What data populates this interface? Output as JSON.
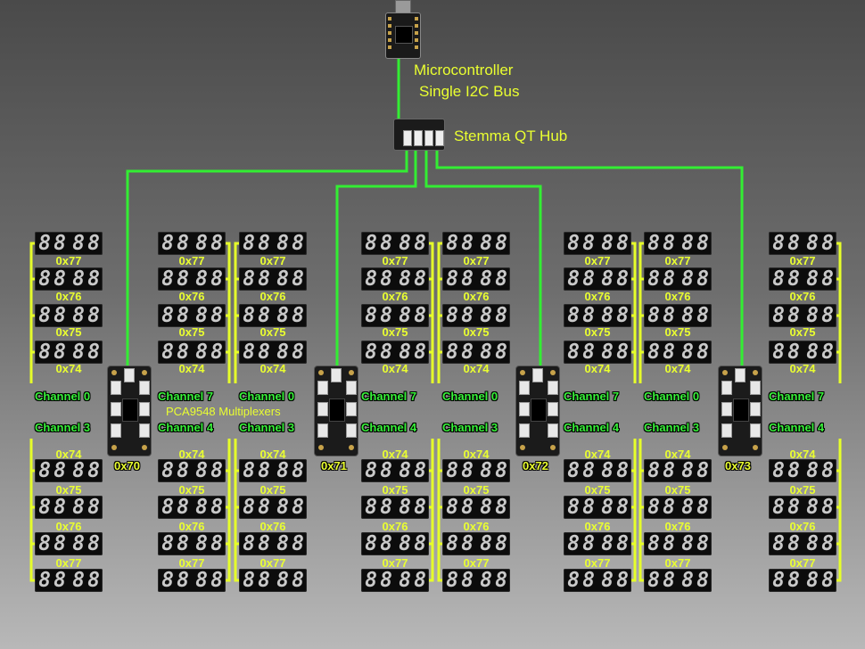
{
  "labels": {
    "microcontroller": "Microcontroller",
    "single_bus": "Single I2C Bus",
    "hub": "Stemma QT Hub",
    "multiplexers": "PCA9548 Multiplexers"
  },
  "display_digits": "8888",
  "display_addresses_top": [
    "0x77",
    "0x76",
    "0x75",
    "0x74"
  ],
  "display_addresses_bottom": [
    "0x74",
    "0x75",
    "0x76",
    "0x77"
  ],
  "multiplexers": [
    {
      "address": "0x70",
      "channels": {
        "top_left": "Channel 0",
        "top_right": "Channel 7",
        "bottom_left": "Channel 3",
        "bottom_right": "Channel 4"
      }
    },
    {
      "address": "0x71",
      "channels": {
        "top_left": "Channel 0",
        "top_right": "Channel 7",
        "bottom_left": "Channel 3",
        "bottom_right": "Channel 4"
      }
    },
    {
      "address": "0x72",
      "channels": {
        "top_left": "Channel 0",
        "top_right": "Channel 7",
        "bottom_left": "Channel 3",
        "bottom_right": "Channel 4"
      }
    },
    {
      "address": "0x73",
      "channels": {
        "top_left": "Channel 0",
        "top_right": "Channel 7",
        "bottom_left": "Channel 3",
        "bottom_right": "Channel 4"
      }
    }
  ],
  "colors": {
    "wire": "#33ee33",
    "bracket": "#e6ff2a",
    "label_yellow": "#eaff30",
    "channel_green": "#38f23a"
  }
}
